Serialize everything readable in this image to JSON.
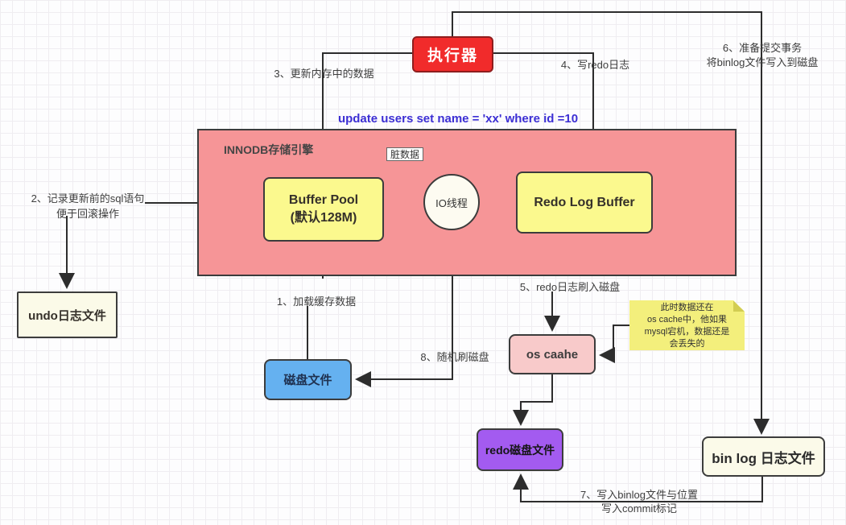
{
  "sql": "update users set name = 'xx' where id =10",
  "nodes": {
    "executor": "执行器",
    "innodb": "INNODB存储引擎",
    "buffer_pool_line1": "Buffer Pool",
    "buffer_pool_line2": "(默认128M)",
    "io_thread": "IO线程",
    "redo_log_buffer": "Redo Log Buffer",
    "dirty_data": "脏数据",
    "undo_file": "undo日志文件",
    "disk_file": "磁盘文件",
    "os_cache": "os caahe",
    "redo_disk_file": "redo磁盘文件",
    "binlog_file": "bin log 日志文件"
  },
  "steps": {
    "s1": "1、加载缓存数据",
    "s2a": "2、记录更新前的sql语句",
    "s2b": "便于回滚操作",
    "s3": "3、更新内存中的数据",
    "s4": "4、写redo日志",
    "s5": "5、redo日志刷入磁盘",
    "s6a": "6、准备提交事务",
    "s6b": "将binlog文件写入到磁盘",
    "s7a": "7、写入binlog文件与位置",
    "s7b": "写入commit标记",
    "s8": "8、随机刷磁盘"
  },
  "note": {
    "l1": "此时数据还在",
    "l2": "os cache中，他如果",
    "l3": "mysql宕机，数据还是",
    "l4": "会丢失的"
  },
  "colors": {
    "executor_fill": "#f12b2b",
    "container_fill": "#f69597",
    "yellow_fill": "#fbf98e",
    "ivory_fill": "#fbfae9",
    "blue_fill": "#65b1f0",
    "pink_fill": "#f8caca",
    "purple_fill": "#a35bf0",
    "note_fill": "#f3ef7c",
    "sql_text": "#3c2fd4",
    "line_color": "#2d2d2d"
  }
}
